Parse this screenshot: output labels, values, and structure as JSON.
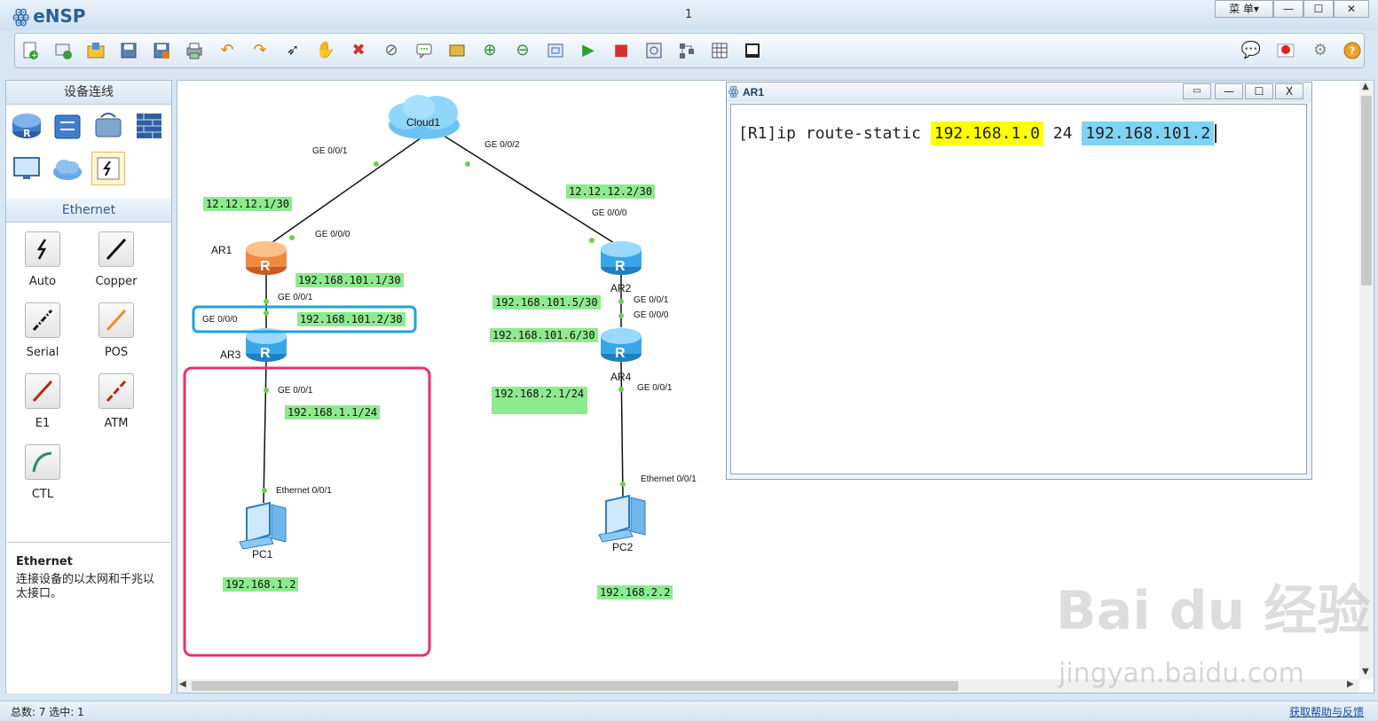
{
  "app": {
    "title": "eNSP",
    "tab_number": "1",
    "window_menu_label": "菜 单▾",
    "minimize": "—",
    "maximize": "☐",
    "close": "✕"
  },
  "toolbar": {
    "left_icons": [
      "new-topology-icon",
      "new-lab-icon",
      "open-icon",
      "save-icon",
      "save-as-icon",
      "print-icon",
      "undo-icon",
      "redo-icon",
      "select-icon",
      "hand-icon",
      "delete-icon",
      "delete-link-icon",
      "text-note-icon",
      "rectangle-icon",
      "zoom-in-icon",
      "zoom-out-icon",
      "fit-window-icon",
      "start-device-icon",
      "stop-device-icon",
      "capture-icon",
      "topology-icon",
      "grid-icon",
      "console-icon"
    ],
    "right_icons": [
      "message-icon",
      "huawei-icon",
      "settings-icon",
      "help-icon"
    ]
  },
  "left_panel": {
    "device_header": "设备连线",
    "device_icons": [
      "router-icon",
      "switch-icon",
      "wireless-icon",
      "firewall-icon",
      "pc-icon",
      "cloud-icon",
      "connection-icon"
    ],
    "cable_header": "Ethernet",
    "cables": [
      {
        "label": "Auto",
        "icon": "auto-cable-icon"
      },
      {
        "label": "Copper",
        "icon": "copper-cable-icon"
      },
      {
        "label": "Serial",
        "icon": "serial-cable-icon"
      },
      {
        "label": "POS",
        "icon": "pos-cable-icon"
      },
      {
        "label": "E1",
        "icon": "e1-cable-icon"
      },
      {
        "label": "ATM",
        "icon": "atm-cable-icon"
      },
      {
        "label": "CTL",
        "icon": "ctl-cable-icon"
      }
    ],
    "info_title": "Ethernet",
    "info_desc": "连接设备的以太网和千兆以太接口。"
  },
  "topology": {
    "devices": {
      "cloud1": "Cloud1",
      "ar1": "AR1",
      "ar2": "AR2",
      "ar3": "AR3",
      "ar4": "AR4",
      "pc1": "PC1",
      "pc2": "PC2"
    },
    "ports": {
      "cloud_ge001": "GE 0/0/1",
      "cloud_ge002": "GE 0/0/2",
      "ar1_ge000": "GE 0/0/0",
      "ar1_ge001": "GE 0/0/1",
      "ar3_ge000": "GE 0/0/0",
      "ar3_ge001": "GE 0/0/1",
      "pc1_eth": "Ethernet 0/0/1",
      "ar2_ge000": "GE 0/0/0",
      "ar2_ge001": "GE 0/0/1",
      "ar4_ge000": "GE 0/0/0",
      "ar4_ge001": "GE 0/0/1",
      "pc2_eth": "Ethernet 0/0/1"
    },
    "ip_labels": {
      "ar1_up": "12.12.12.1/30",
      "ar2_up": "12.12.12.2/30",
      "ar1_down": "192.168.101.1/30",
      "ar3_up": "192.168.101.2/30",
      "ar3_down": "192.168.1.1/24",
      "pc1": "192.168.1.2",
      "ar2_down": "192.168.101.5/30",
      "ar4_up": "192.168.101.6/30",
      "ar4_down": "192.168.2.1/24",
      "pc2": "192.168.2.2"
    }
  },
  "console": {
    "title": "AR1",
    "prompt": "[R1]ip route-static ",
    "dest": "192.168.1.0",
    "mask": " 24 ",
    "nexthop": "192.168.101.2",
    "btn_min": "—",
    "btn_max": "☐",
    "btn_close": "X"
  },
  "statusbar": {
    "left": "总数: 7  选中: 1",
    "help": "获取帮助与反馈"
  },
  "watermark": {
    "brand": "Bai du 经验",
    "url": "jingyan.baidu.com"
  }
}
